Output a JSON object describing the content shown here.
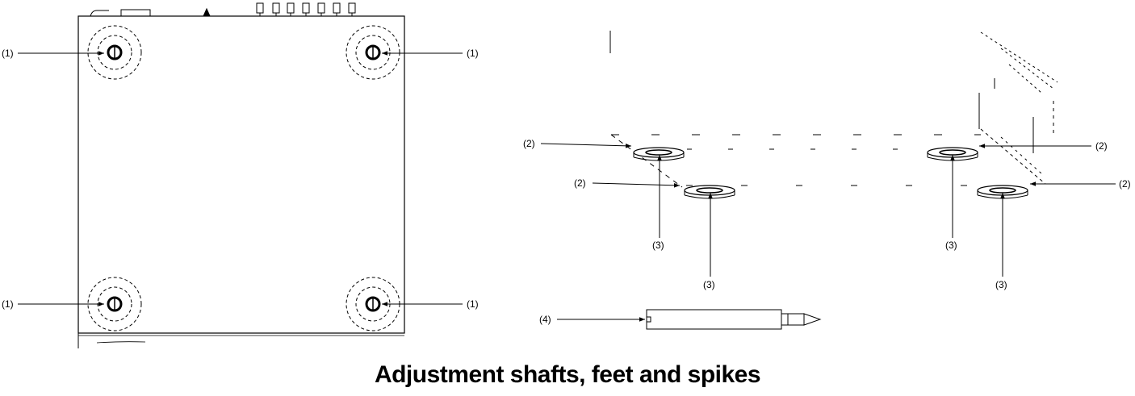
{
  "caption": "Adjustment shafts, feet and spikes",
  "callouts": {
    "shaft": "(1)",
    "foot": "(2)",
    "spike_hole": "(3)",
    "spike": "(4)"
  }
}
